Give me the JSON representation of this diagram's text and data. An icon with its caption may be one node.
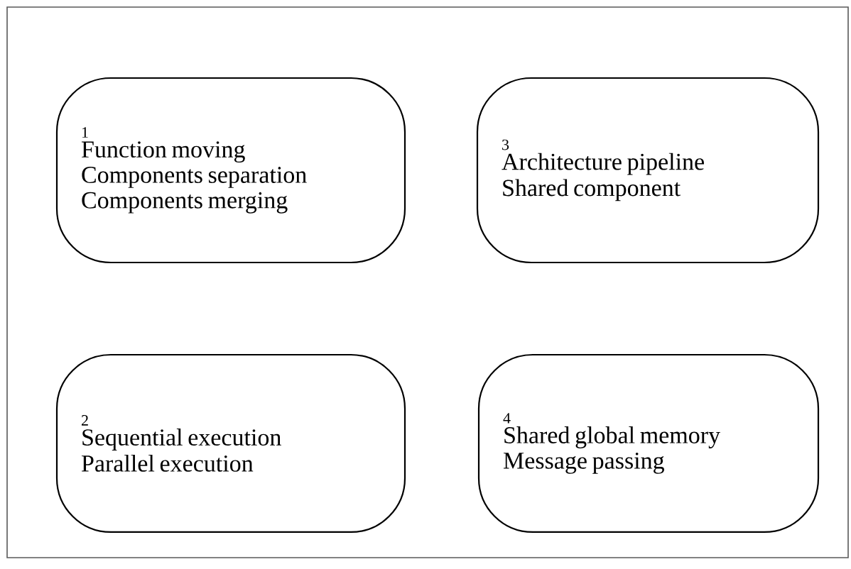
{
  "diagram": {
    "nodes": [
      {
        "text": [
          "1",
          "Function moving",
          "Components separation",
          "Components merging"
        ]
      },
      {
        "text": [
          "3",
          "Architecture pipeline",
          "Shared component"
        ]
      },
      {
        "text": [
          "2",
          "Sequential execution",
          "Parallel execution"
        ]
      },
      {
        "text": [
          "4",
          "Shared global memory",
          "Message passing"
        ]
      }
    ]
  }
}
